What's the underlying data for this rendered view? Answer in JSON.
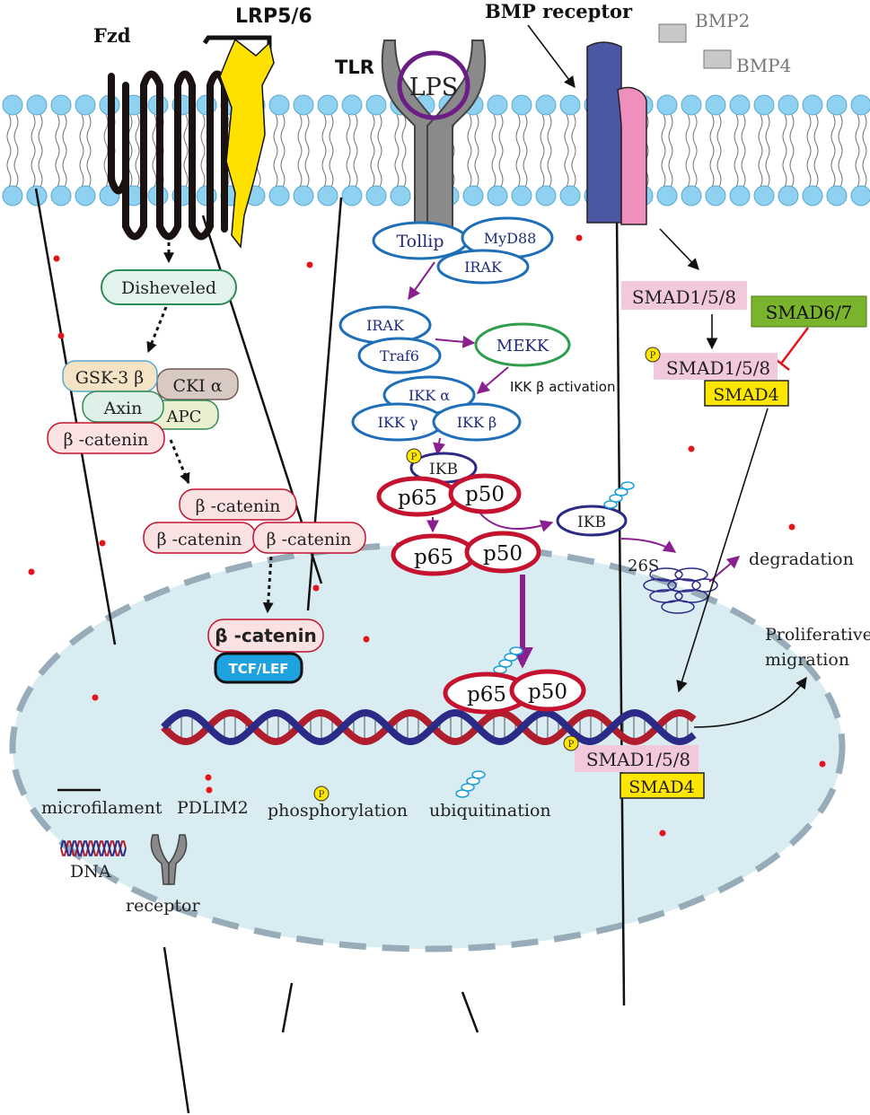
{
  "receptors": {
    "fzd": "Fzd",
    "lrp": "LRP5/6",
    "tlr": "TLR",
    "lps": "LPS",
    "bmp_receptor": "BMP receptor",
    "bmp2": "BMP2",
    "bmp4": "BMP4"
  },
  "wnt": {
    "disheveled": "Disheveled",
    "gsk3b": "GSK-3 β",
    "cki": "CKI α",
    "axin": "Axin",
    "apc": "APC",
    "bcat_complex": "β -catenin",
    "bcat1": "β -catenin",
    "bcat2": "β -catenin",
    "bcat3": "β -catenin",
    "bcat_nuclear": "β -catenin",
    "tcf": "TCF/LEF"
  },
  "nfkb": {
    "tollip": "Tollip",
    "myd88": "MyD88",
    "irak1": "IRAK",
    "irak2": "IRAK",
    "traf6": "Traf6",
    "mekk": "MEKK",
    "ikk_activation": "IKK β  activation",
    "ikka": "IKK α",
    "ikkg": "IKK γ",
    "ikkb": "IKK β",
    "ikb1": "IKB",
    "ikb2": "IKB",
    "p65_a": "p65",
    "p50_a": "p50",
    "p65_b": "p65",
    "p50_b": "p50",
    "p65_c": "p65",
    "p50_c": "p50",
    "proteasome": "26S",
    "degradation": "degradation"
  },
  "smad": {
    "smad158_a": "SMAD1/5/8",
    "smad67": "SMAD6/7",
    "smad158_b": "SMAD1/5/8",
    "smad4_a": "SMAD4",
    "smad158_c": "SMAD1/5/8",
    "smad4_b": "SMAD4",
    "outcome_line1": "Proliferative",
    "outcome_line2": "migration"
  },
  "marks": {
    "phospho": "P",
    "ub": "Ub"
  },
  "legend": {
    "microfilament": "microfilament",
    "pdlim2": "PDLIM2",
    "phosphorylation": "phosphorylation",
    "ubiquitination": "ubiquitination",
    "dna": "DNA",
    "receptor": "receptor"
  },
  "colors": {
    "membrane_head": "#8fd1f0",
    "nucleus": "#d8ecf2",
    "wnt_green": "#2e8b57",
    "nfkb_blue": "#1f6fb8",
    "nfkb_red": "#c4122f",
    "arrow_purple": "#8a1f8f",
    "smad_pink": "#f2c9dc",
    "smad4_yellow": "#ffe600",
    "smad67_green": "#7ab32c",
    "lrp_yellow": "#ffe100",
    "bmp_blue": "#4b56a5",
    "bmp_pink": "#ee8fbd",
    "pdlim2_red": "#e3141b"
  }
}
